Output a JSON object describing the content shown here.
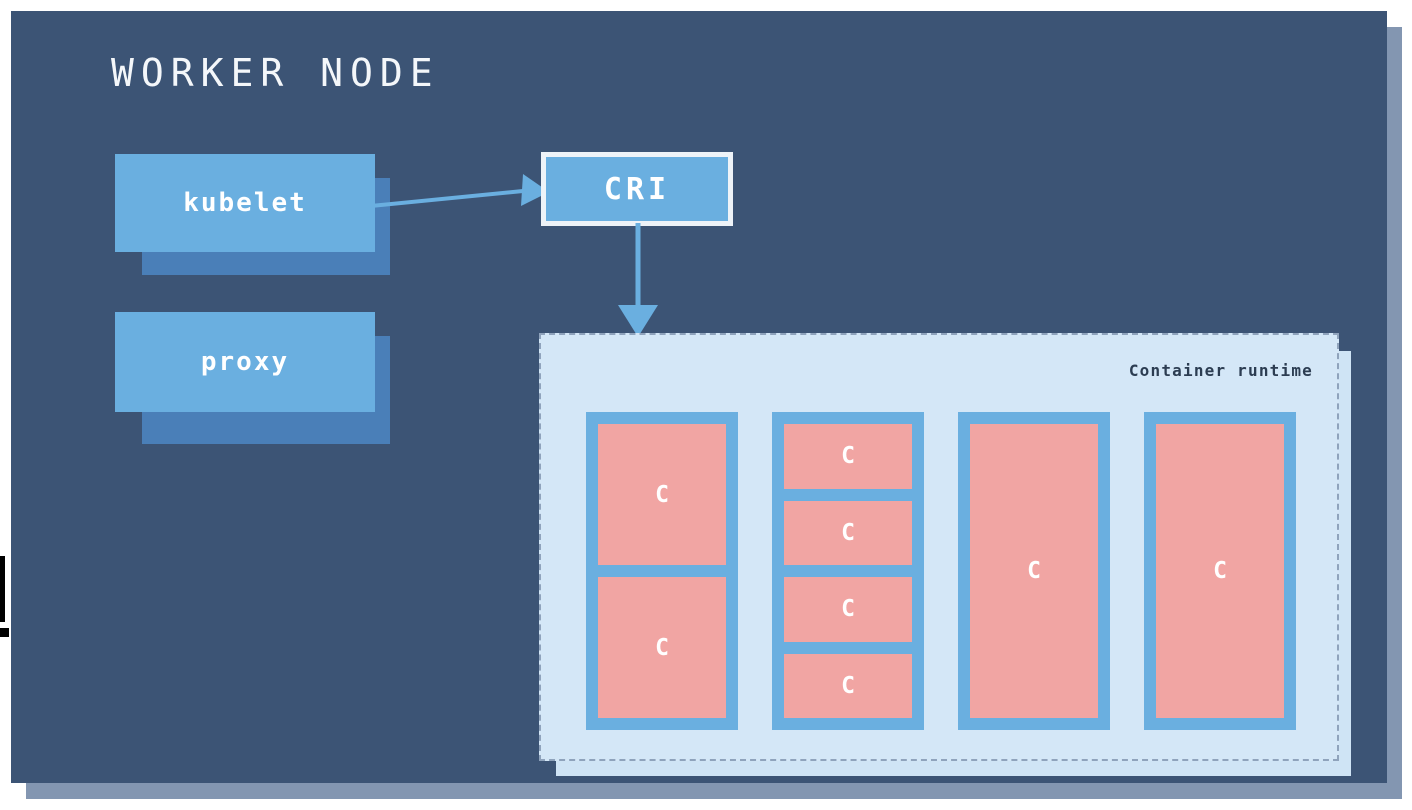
{
  "colors": {
    "node_background": "#3c5475",
    "node_shadow": "#8396b1",
    "component_fill": "#6aafe0",
    "component_shadow": "#4a7fb8",
    "runtime_fill": "#d4e7f7",
    "runtime_border": "#8fa3bc",
    "pod_fill": "#6aafe0",
    "container_fill": "#f1a5a3",
    "text_light": "#f4f7fa",
    "text_dark": "#2c3d52",
    "arrow": "#6aafe0"
  },
  "node": {
    "title": "WORKER NODE"
  },
  "components": [
    {
      "id": "kubelet",
      "label": "kubelet"
    },
    {
      "id": "proxy",
      "label": "proxy"
    }
  ],
  "cri": {
    "label": "CRI"
  },
  "arrows": [
    {
      "id": "kubelet-to-cri",
      "from": "kubelet",
      "to": "CRI",
      "direction": "right"
    },
    {
      "id": "cri-to-runtime",
      "from": "CRI",
      "to": "Container runtime",
      "direction": "down"
    }
  ],
  "runtime": {
    "label": "Container runtime",
    "pods": [
      {
        "id": "pod-1",
        "containers": [
          {
            "label": "C"
          },
          {
            "label": "C"
          }
        ]
      },
      {
        "id": "pod-2",
        "containers": [
          {
            "label": "C"
          },
          {
            "label": "C"
          },
          {
            "label": "C"
          },
          {
            "label": "C"
          }
        ]
      },
      {
        "id": "pod-3",
        "containers": [
          {
            "label": "C"
          }
        ]
      },
      {
        "id": "pod-4",
        "containers": [
          {
            "label": "C"
          }
        ]
      }
    ]
  }
}
